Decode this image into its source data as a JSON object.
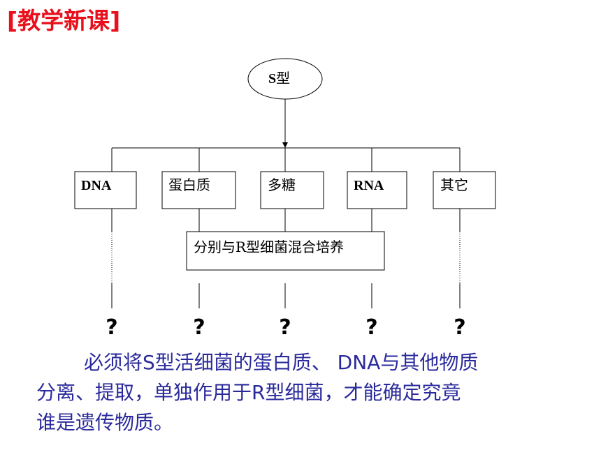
{
  "heading": "[教学新课]",
  "top_node": {
    "s_letter": "S",
    "type_char": "型"
  },
  "components": [
    "DNA",
    "蛋白质",
    "多糖",
    "RNA",
    "其它"
  ],
  "process_box": {
    "text": "分别与R型细菌混合培养"
  },
  "outcomes": [
    "?",
    "?",
    "?",
    "?",
    "?"
  ],
  "paragraph": {
    "line1": "必须将S型活细菌的蛋白质、 DNA与其他物质",
    "line2": "分离、提取，单独作用于R型细菌，才能确定究竟",
    "line3": "谁是遗传物质。"
  },
  "colors": {
    "heading": "#e8101c",
    "paragraph": "#2a2a9c",
    "lines": "#000000"
  }
}
